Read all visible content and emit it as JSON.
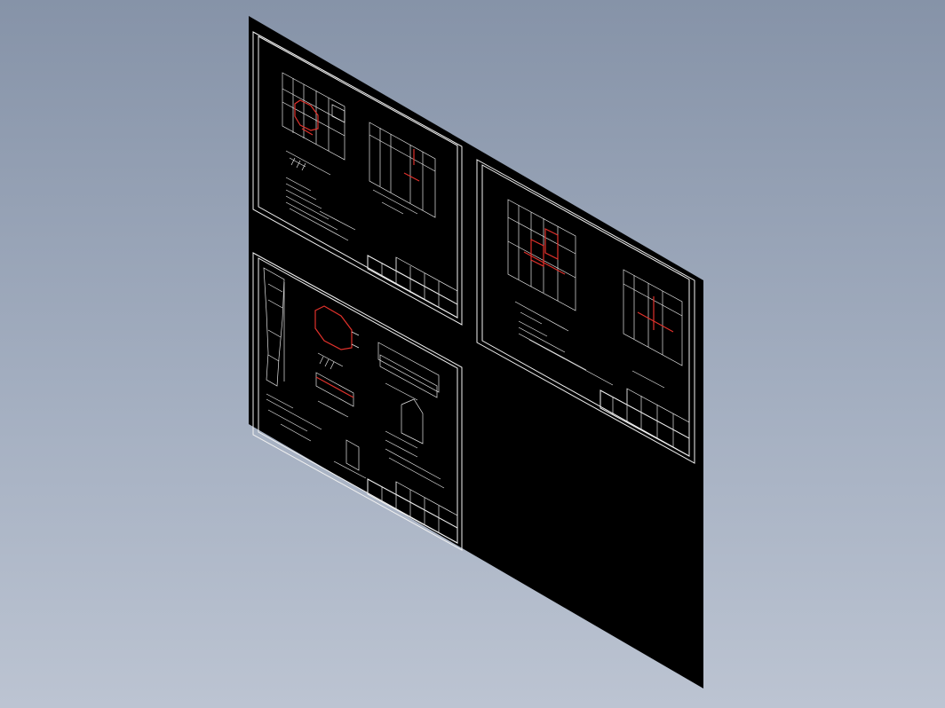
{
  "view": {
    "projection": "isometric",
    "background_colors": [
      "#8693a8",
      "#bcc4d2"
    ],
    "drawing_background": "#000000",
    "line_color": "#f2f2f2",
    "highlight_color": "#e0312b"
  },
  "sheets": [
    {
      "id": "sheet-top-left"
    },
    {
      "id": "sheet-right"
    },
    {
      "id": "sheet-bottom-left"
    }
  ]
}
